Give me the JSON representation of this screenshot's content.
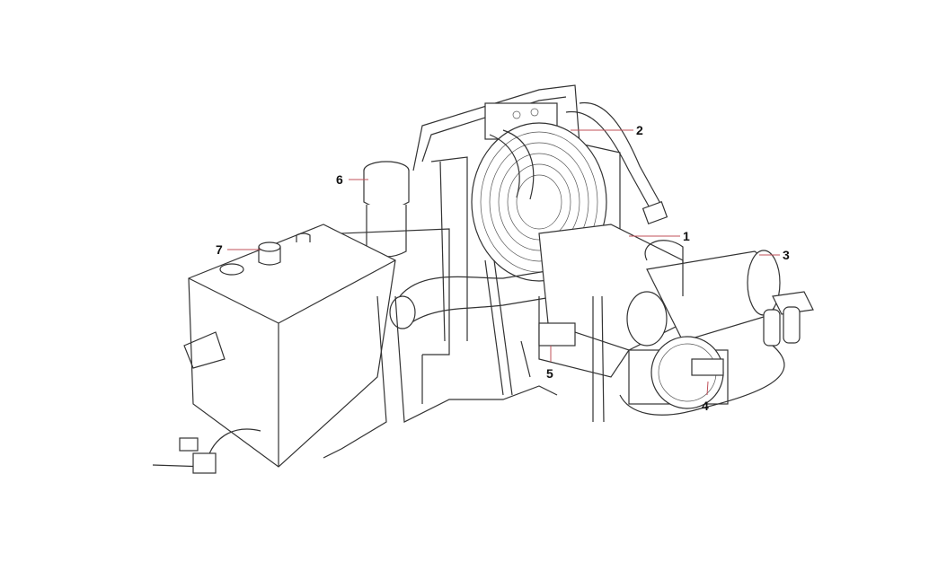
{
  "diagram": {
    "callouts": [
      {
        "id": "callout-1",
        "label": "1"
      },
      {
        "id": "callout-2",
        "label": "2"
      },
      {
        "id": "callout-3",
        "label": "3"
      },
      {
        "id": "callout-4",
        "label": "4"
      },
      {
        "id": "callout-5",
        "label": "5"
      },
      {
        "id": "callout-6",
        "label": "6"
      },
      {
        "id": "callout-7",
        "label": "7"
      }
    ],
    "colors": {
      "line": "#333333",
      "leader": "#c0505a",
      "background": "#ffffff"
    }
  }
}
